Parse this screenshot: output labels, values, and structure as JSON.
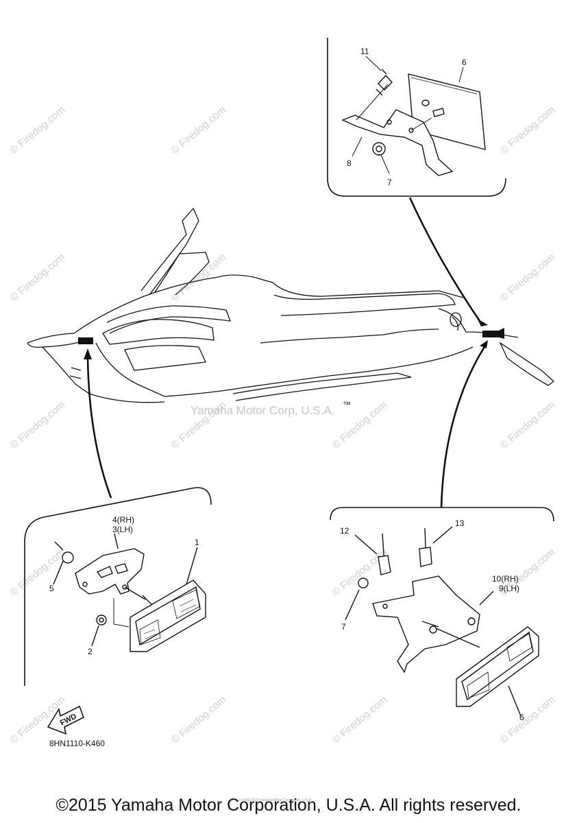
{
  "callouts": {
    "c1": "1",
    "c2": "2",
    "c3": "3(LH)",
    "c4": "4(RH)",
    "c5": "5",
    "c6_top": "6",
    "c6_bottom": "6",
    "c7_top": "7",
    "c7_bottom": "7",
    "c8": "8",
    "c9": "9(LH)",
    "c10": "10(RH)",
    "c11": "11",
    "c12": "12",
    "c13": "13"
  },
  "watermark": {
    "site": "© Firedog.com",
    "corp": "Yamaha Motor Corp, U.S.A."
  },
  "fine_print": "(c) 2000-2015 Yamaha Motor Corporation, U.S.A.",
  "fwd_label": "FWD",
  "diagram_code": "8HN1110-K460",
  "copyright": "©2015 Yamaha Motor Corporation, U.S.A. All rights reserved."
}
